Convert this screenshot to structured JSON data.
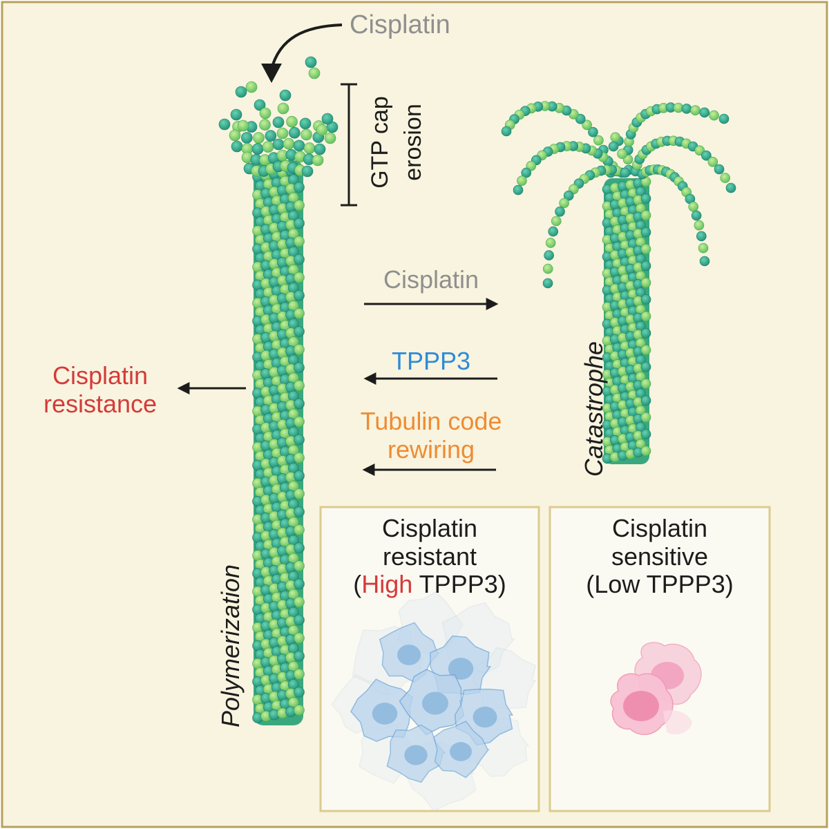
{
  "labels": {
    "cisplatin_top": "Cisplatin",
    "gtp_cap_line1": "GTP cap",
    "gtp_cap_line2": "erosion",
    "cisplatin_arrow": "Cisplatin",
    "tppp3": "TPPP3",
    "tubulin_code_line1": "Tubulin code",
    "tubulin_code_line2": "rewiring",
    "resistance_line1": "Cisplatin",
    "resistance_line2": "resistance",
    "catastrophe": "Catastrophe",
    "polymerization": "Polymerization"
  },
  "panel_resistant": {
    "line1": "Cisplatin",
    "line2": "resistant",
    "line3_open": "(",
    "line3_highlight": "High",
    "line3_rest": " TPPP3)"
  },
  "panel_sensitive": {
    "line1": "Cisplatin",
    "line2": "sensitive",
    "line3": "(Low TPPP3)"
  },
  "colors": {
    "background": "#f8f4df",
    "border": "#b8a15c",
    "tubulin_dark": "#2aa58c",
    "tubulin_light": "#84d07e",
    "resistant_cells": "#b8d3ec",
    "sensitive_cells": "#f5b8cc",
    "label_red": "#d53a3a",
    "label_blue": "#2d8bd8",
    "label_orange": "#ef8b32",
    "label_gray": "#8f8f8f"
  }
}
